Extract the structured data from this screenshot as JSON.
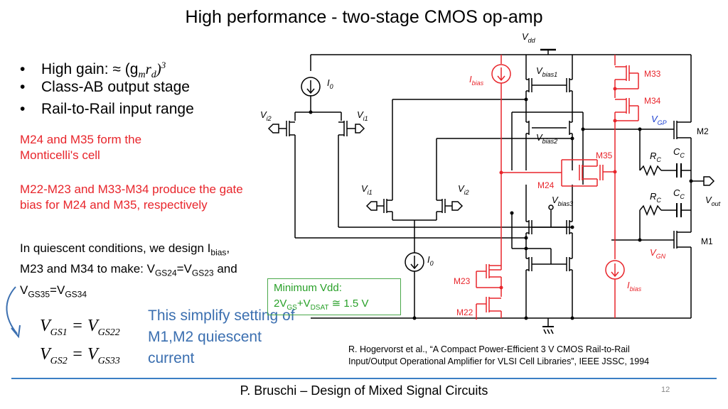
{
  "slide": {
    "title": "High performance - two-stage CMOS op-amp",
    "bullets": [
      "High gain: ≈ (g",
      "Class-AB output stage",
      "Rail-to-Rail input range"
    ],
    "gain_symbols": {
      "m": "m",
      "r": "r",
      "d": "d",
      "exp": "3"
    },
    "note_monticelli": "M24 and M35 form the Monticelli's cell",
    "note_gate_bias": "M22-M23 and M33-M34 produce the gate bias for M24 and M35, respectively",
    "note_quiescent": {
      "l1_pre": "In quiescent conditions, we design I",
      "l1_sub": "bias",
      "l1_post": ",",
      "l2_pre": "M23 and M34 to make: V",
      "l2_sub1": "GS24",
      "l2_mid": "=V",
      "l2_sub2": "GS23",
      "l2_post": " and",
      "l3_pre": "V",
      "l3_sub1": "GS35",
      "l3_mid": "=V",
      "l3_sub2": "GS34"
    },
    "equations": [
      {
        "lhs": "V",
        "lhs_sub": "GS1",
        "eq": " = ",
        "rhs": "V",
        "rhs_sub": "GS22"
      },
      {
        "lhs": "V",
        "lhs_sub": "GS2",
        "eq": " = ",
        "rhs": "V",
        "rhs_sub": "GS33"
      }
    ],
    "simplify_note": "This simplify setting of M1,M2 quiescent current",
    "min_vdd": {
      "title": "Minimum Vdd:",
      "pre": "2V",
      "sub1": "GS",
      "mid": "+V",
      "sub2": "DSAT",
      "post": " ≅ 1.5 V"
    },
    "reference": [
      "R. Hogervorst et al., “A Compact Power-Efficient 3 V CMOS Rail-to-Rail",
      "Input/Output Operational Amplifier for VLSI Cell Libraries”, IEEE JSSC, 1994"
    ],
    "footer": "P. Bruschi – Design of Mixed Signal Circuits",
    "slide_number": "12"
  },
  "circuit": {
    "labels": {
      "vdd": "V",
      "vdd_sub": "dd",
      "i0_top": "I",
      "i0_top_sub": "0",
      "i0_bottom": "I",
      "i0_bottom_sub": "0",
      "ibias_left": "I",
      "ibias_left_sub": "bias",
      "ibias_right": "I",
      "ibias_right_sub": "bias",
      "vbias1": "V",
      "vbias1_sub": "bias1",
      "vbias2": "V",
      "vbias2_sub": "bias2",
      "vbias3": "V",
      "vbias3_sub": "bias3",
      "vi2_top": "V",
      "vi2_top_sub": "i2",
      "vi1_top": "V",
      "vi1_top_sub": "i1",
      "vi1_bottom": "V",
      "vi1_bottom_sub": "i1",
      "vi2_bottom": "V",
      "vi2_bottom_sub": "i2",
      "vgp": "V",
      "vgp_sub": "GP",
      "vgn": "V",
      "vgn_sub": "GN",
      "vout": "V",
      "vout_sub": "out",
      "rc1": "R",
      "rc1_sub": "C",
      "cc1": "C",
      "cc1_sub": "C",
      "rc2": "R",
      "rc2_sub": "C",
      "cc2": "C",
      "cc2_sub": "C",
      "m1": "M1",
      "m2": "M2",
      "m22": "M22",
      "m23": "M23",
      "m24": "M24",
      "m33": "M33",
      "m34": "M34",
      "m35": "M35"
    },
    "colors": {
      "wire": "#000000",
      "bias_path": "#e8252b",
      "vgp_label": "#1a3fd0",
      "note_red": "#e8252b",
      "box_green": "#28a028"
    }
  }
}
